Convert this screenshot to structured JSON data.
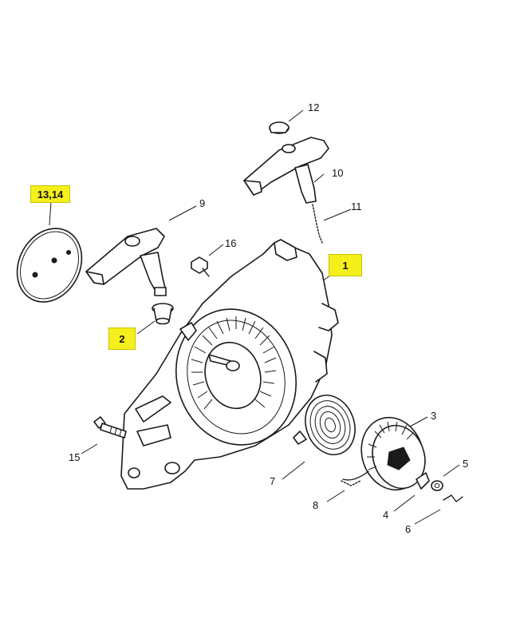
{
  "diagram": {
    "callouts": {
      "c1": "1",
      "c2": "2",
      "c3": "3",
      "c4": "4",
      "c5": "5",
      "c6": "6",
      "c7": "7",
      "c8": "8",
      "c9": "9",
      "c10": "10",
      "c11": "11",
      "c12": "12",
      "c13_14": "13,14",
      "c15": "15",
      "c16": "16"
    },
    "highlight_color": "#f5ef1c"
  }
}
